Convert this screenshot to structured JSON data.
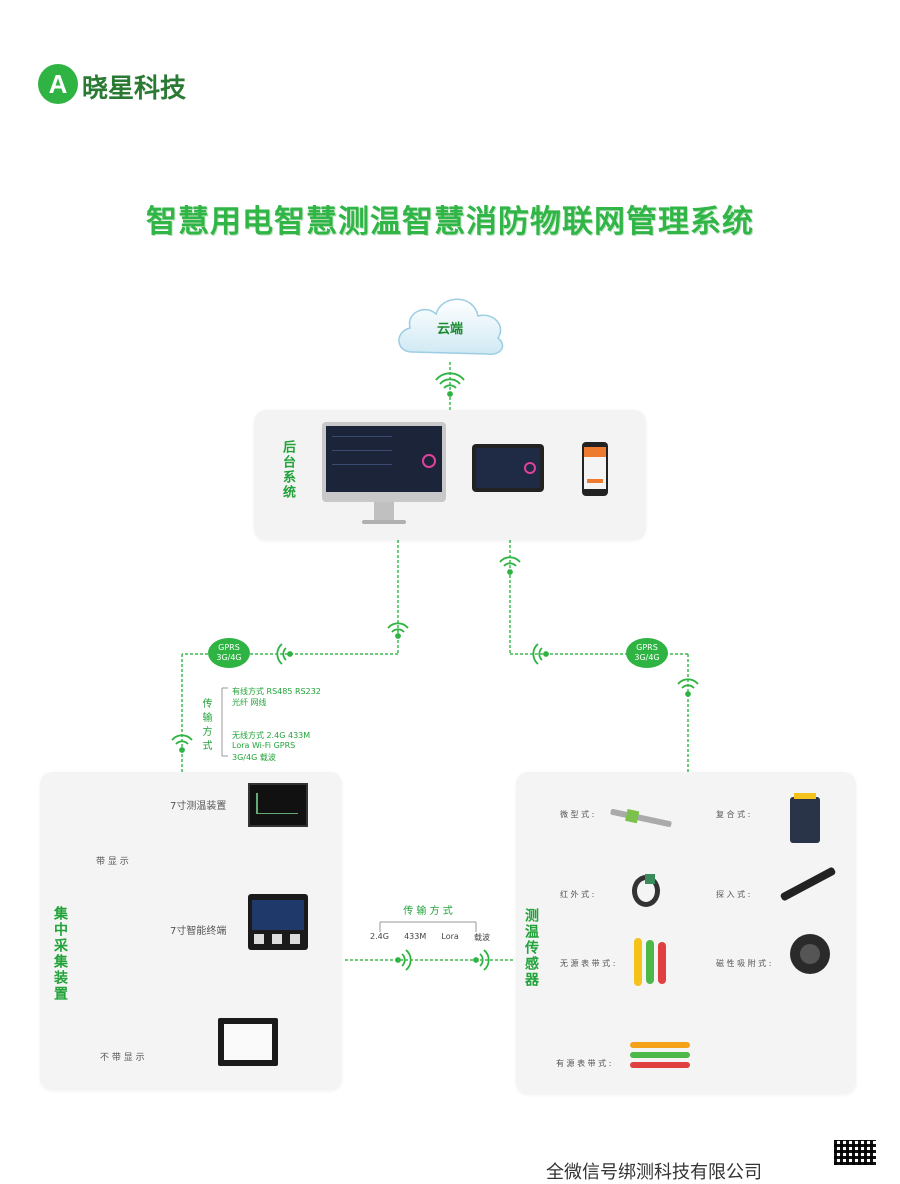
{
  "brand": {
    "logo_letter": "A",
    "name": "晓星科技",
    "color": "#2fb443"
  },
  "title": "智慧用电智慧测温智慧消防物联网管理系统",
  "cloud": {
    "label": "云端"
  },
  "backend": {
    "label": "后台系统"
  },
  "gprs_left": {
    "line1": "GPRS",
    "line2": "3G/4G"
  },
  "gprs_right": {
    "line1": "GPRS",
    "line2": "3G/4G"
  },
  "transmission": {
    "label": "传输方式",
    "wired_line1": "有线方式   RS485   RS232",
    "wired_line2": "光纤   网线",
    "wireless_line1": "无线方式   2.4G   433M",
    "wireless_line2": "Lora   Wi-Fi   GPRS",
    "wireless_line3": "3G/4G   载波"
  },
  "collector": {
    "title": "集中采集装置",
    "with_display": "带 显 示",
    "without_display": "不 带 显 示",
    "device_7in_temp": "7寸测温装置",
    "device_7in_terminal": "7寸智能终端"
  },
  "middle_transmission": {
    "label": "传 输 方 式",
    "options": [
      "2.4G",
      "433M",
      "Lora",
      "载波"
    ]
  },
  "sensors": {
    "title": "测温传感器",
    "left": [
      "微 型 式 :",
      "红 外 式 :",
      "无 源 表 带 式 :",
      "有 源 表 带 式 :"
    ],
    "right": [
      "复 合 式 :",
      "探 入 式 :",
      "磁 性 吸 附 式 :"
    ]
  },
  "footer_partial": "全微信号绑测科技有限公司"
}
